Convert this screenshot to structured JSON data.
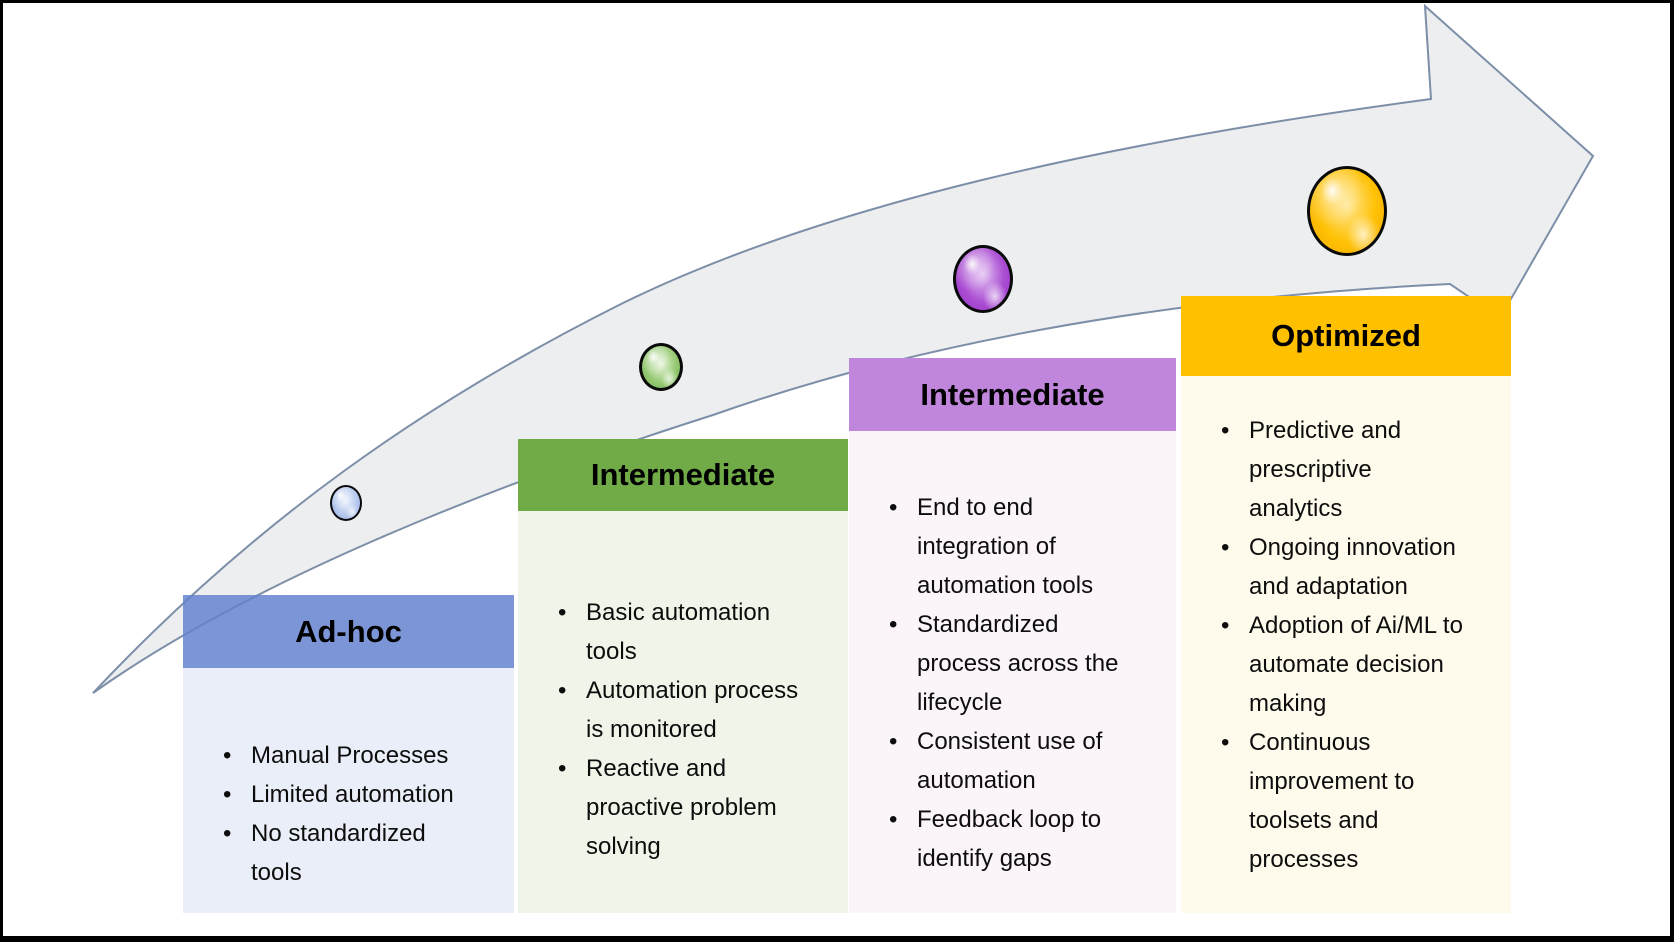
{
  "diagram_title": "Automation maturity growth arrow",
  "arrow": {
    "fill": "#EDEEF0",
    "stroke": "#7D8FA8"
  },
  "stages": [
    {
      "label": "Ad-hoc",
      "header_color": "rgba(99,129,206,0.84)",
      "body_color": "#EAEEF8",
      "marker_colors": {
        "inner": "#eef3fc",
        "mid": "#b7c9ee",
        "outer": "#8fabe2"
      },
      "bullets": [
        "Manual Processes",
        "Limited automation",
        "No standardized tools"
      ]
    },
    {
      "label": "Intermediate",
      "header_color": "#70AB47",
      "body_color": "#EFF5E9",
      "marker_colors": {
        "inner": "#e9f5dd",
        "mid": "#97ca74",
        "outer": "#6fae49"
      },
      "bullets": [
        "Basic automation tools",
        "Automation process is monitored",
        "Reactive and proactive problem solving"
      ]
    },
    {
      "label": "Intermediate",
      "header_color": "#BF86DC",
      "body_color": "#FCF4FB",
      "marker_colors": {
        "inner": "#e3c2f2",
        "mid": "#ab4fd3",
        "outer": "#9a2fc7"
      },
      "bullets": [
        "End to end integration of automation tools",
        "Standardized process across the lifecycle",
        "Consistent use of automation",
        "Feedback loop to identify gaps"
      ]
    },
    {
      "label": "Optimized",
      "header_color": "#FFC000",
      "body_color": "#FFFBEC",
      "marker_colors": {
        "inner": "#ffe793",
        "mid": "#ffc104",
        "outer": "#f2a900"
      },
      "bullets": [
        "Predictive and prescriptive analytics",
        "Ongoing innovation and adaptation",
        "Adoption of Ai/ML to automate decision making",
        "Continuous improvement to toolsets and processes"
      ]
    }
  ]
}
